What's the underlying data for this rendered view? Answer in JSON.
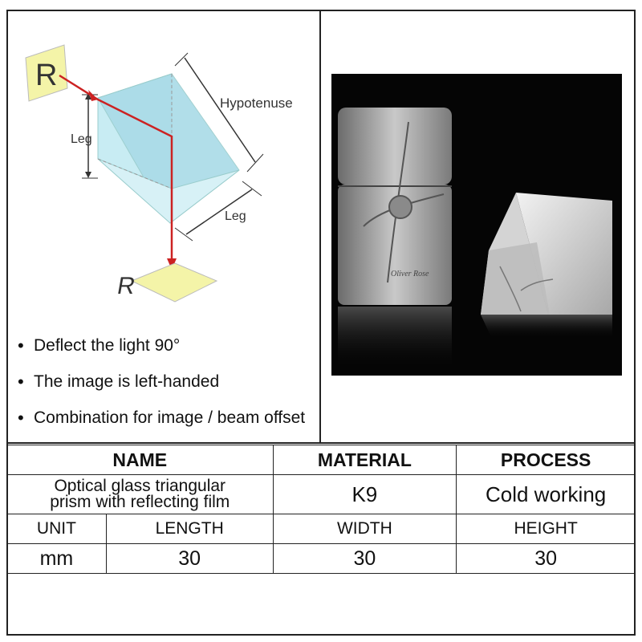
{
  "diagram": {
    "label_letter_top": "R",
    "label_letter_bottom": "R",
    "label_hypotenuse": "Hypotenuse",
    "label_leg_left": "Leg",
    "label_leg_bottom": "Leg",
    "colors": {
      "prism": "#b8e2ec",
      "ray": "#cc2222",
      "card": "#f4f4a8"
    }
  },
  "features": [
    "Deflect the light 90°",
    "The image is left-handed",
    "Combination for image / beam offset"
  ],
  "photo": {
    "lighter_engraving": "Oliver Rose",
    "icon": "product-photo-prism-and-lighter"
  },
  "spec_table": {
    "headers": {
      "name": "NAME",
      "material": "MATERIAL",
      "process": "PROCESS"
    },
    "name_value_line1": "Optical glass triangular",
    "name_value_line2": "prism with reflecting film",
    "material_value": "K9",
    "process_value": "Cold working",
    "dim_headers": {
      "unit": "UNIT",
      "length": "LENGTH",
      "width": "WIDTH",
      "height": "HEIGHT"
    },
    "dim_values": {
      "unit": "mm",
      "length": "30",
      "width": "30",
      "height": "30"
    }
  }
}
